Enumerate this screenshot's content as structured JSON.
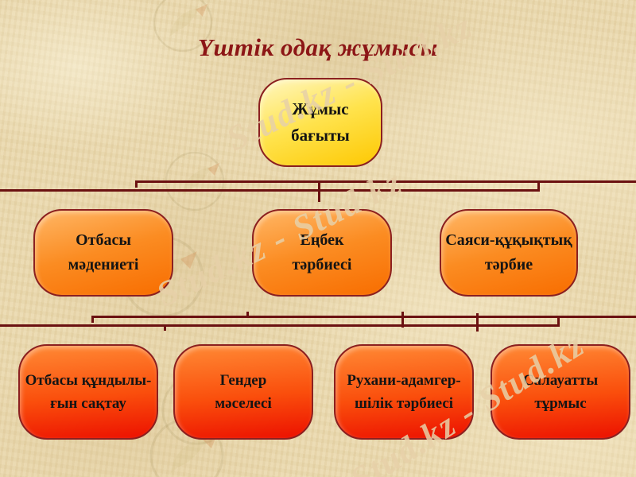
{
  "slide_title": "Үштік одақ жұмысы",
  "diagram": {
    "root": {
      "label": "Жұмыс\nбағыты"
    },
    "level2": [
      {
        "label": "Отбасы\nмәдениеті"
      },
      {
        "label": "Еңбек\nтәрбиесі"
      },
      {
        "label": "Саяси-құқықтық\nтәрбие"
      }
    ],
    "level3": [
      {
        "label": "Отбасы құндылы-\nғын сақтау"
      },
      {
        "label": "Гендер\nмәселесі"
      },
      {
        "label": "Рухани-адамгер-\nшілік тәрбиесі"
      },
      {
        "label": "Салауатты\nтұрмыс"
      }
    ]
  },
  "watermark": {
    "text": "Stud.kz - Stud.kz"
  },
  "colors": {
    "background": "#e9d7ac",
    "title": "#8c1616",
    "connector_line": "#6b1111",
    "node_border": "#8b2020",
    "root_gradient": [
      "#fff7c2",
      "#fdc802"
    ],
    "level2_gradient": [
      "#ffb766",
      "#f86d00"
    ],
    "level3_gradient": [
      "#ff8a35",
      "#ec1000"
    ],
    "node_text": "#141414",
    "watermark_text": "rgba(230,208,168,0.85)"
  }
}
